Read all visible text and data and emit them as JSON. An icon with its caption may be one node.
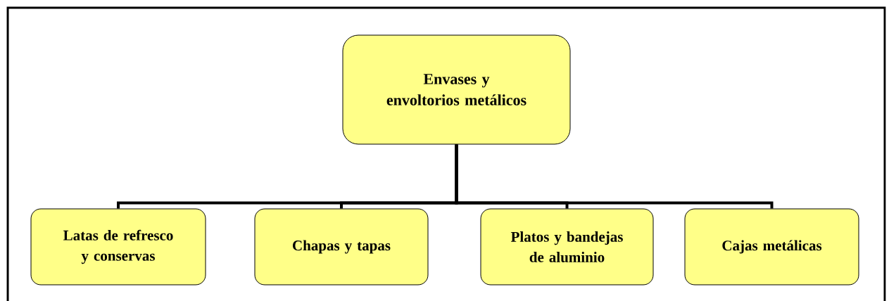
{
  "diagram": {
    "nodes": [
      {
        "text": [
          "Envases y envoltorios metálicos"
        ]
      },
      {
        "text": [
          "Latas de refresco y conservas"
        ]
      },
      {
        "text": [
          "Chapas y tapas"
        ]
      },
      {
        "text": [
          "Platos y bandejas de aluminio"
        ]
      },
      {
        "text": [
          "Cajas metálicas"
        ]
      }
    ],
    "edges": [
      {
        "from": 0,
        "to": 1,
        "arrow": "none"
      },
      {
        "from": 0,
        "to": 2,
        "arrow": "none"
      },
      {
        "from": 0,
        "to": 3,
        "arrow": "none"
      },
      {
        "from": 0,
        "to": 4,
        "arrow": "none"
      }
    ]
  }
}
